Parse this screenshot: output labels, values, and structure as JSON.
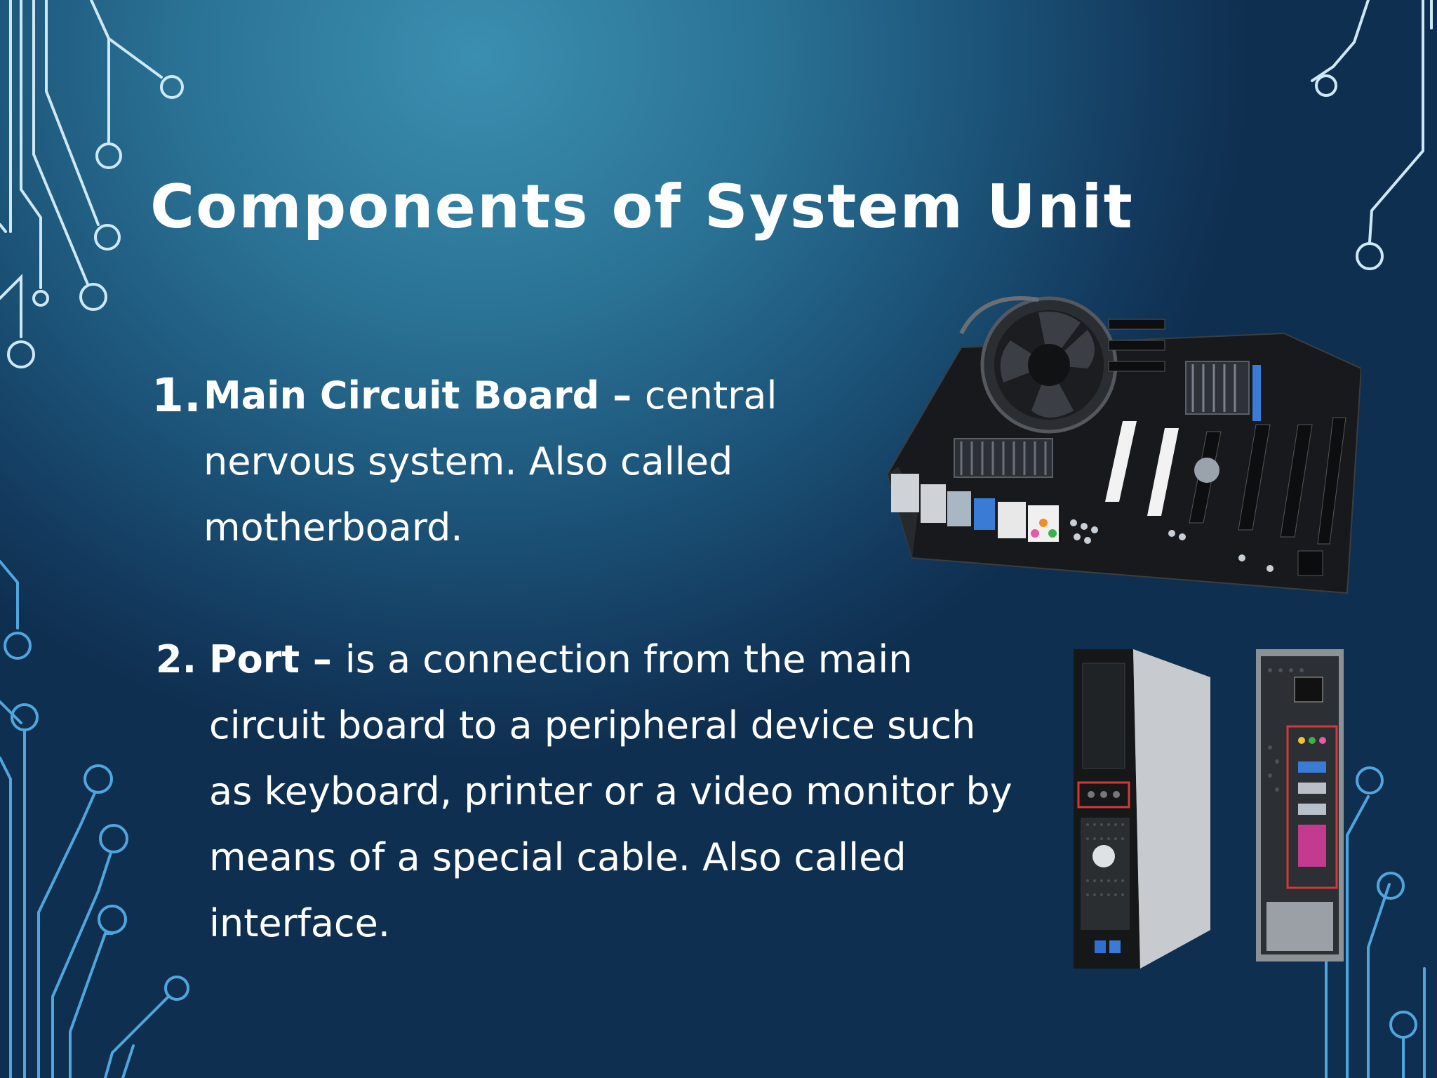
{
  "slide": {
    "title": "Components of System Unit",
    "items": [
      {
        "number": "1.",
        "term": "Main Circuit Board",
        "separator": " – ",
        "description": "central nervous system. Also called motherboard."
      },
      {
        "number": "2.",
        "term": "Port",
        "separator": " – ",
        "description": "is a connection from the main circuit board to a peripheral device such as keyboard, printer or a video monitor by means of a special cable. Also called interface."
      }
    ]
  },
  "colors": {
    "background_center": "#3b8fb0",
    "background_edge": "#0f2f50",
    "text": "#ffffff",
    "circuit_light": "#cfe8f5",
    "circuit_blue": "#4fa6df"
  },
  "images": {
    "motherboard": "motherboard-photo",
    "system_unit": "desktop-computer-front-and-back-photo"
  }
}
